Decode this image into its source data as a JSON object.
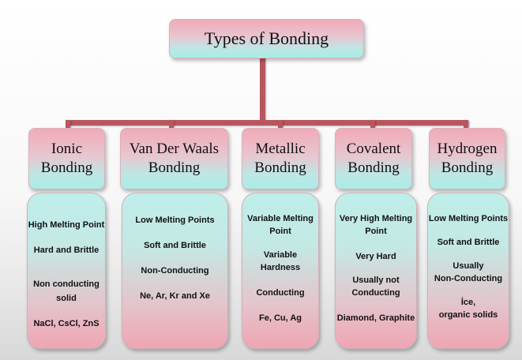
{
  "title": "Types of Bonding",
  "colors": {
    "connector": "#b8565e",
    "box_top": "#f1aab8",
    "box_bottom": "#a9ece6"
  },
  "categories": [
    {
      "title_line1": "Ionic",
      "title_line2": "Bonding",
      "properties": [
        "High Melting Point",
        "Hard and Brittle",
        "Non conducting",
        "solid",
        "NaCl, CsCl, ZnS"
      ]
    },
    {
      "title_line1": "Van Der Waals",
      "title_line2": "Bonding",
      "properties": [
        "Low Melting Points",
        "Soft and Brittle",
        "Non-Conducting",
        "Ne,  Ar, Kr and Xe"
      ]
    },
    {
      "title_line1": "Metallic",
      "title_line2": "Bonding",
      "properties": [
        "Variable Melting",
        "Point",
        "Variable",
        "Hardness",
        "Conducting",
        "Fe, Cu, Ag"
      ]
    },
    {
      "title_line1": "Covalent",
      "title_line2": "Bonding",
      "properties": [
        "Very High Melting",
        "Point",
        "Very Hard",
        "Usually not",
        "Conducting",
        "Diamond, Graphite"
      ]
    },
    {
      "title_line1": "Hydrogen",
      "title_line2": "Bonding",
      "properties": [
        "Low Melting Points",
        "Soft and Brittle",
        "Usually",
        "Non-Conducting",
        "İce,",
        "organic solids"
      ]
    }
  ]
}
